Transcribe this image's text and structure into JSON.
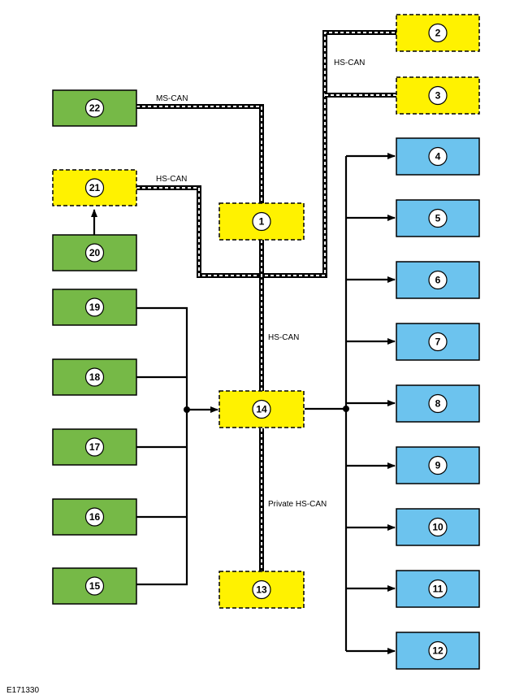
{
  "figure_id": "E171330",
  "colors": {
    "green": "#76b947",
    "yellow": "#fff200",
    "blue": "#6cc3ee",
    "line": "#000000",
    "dash": "#ffffff"
  },
  "modules": [
    {
      "id": "1",
      "color": "yellow"
    },
    {
      "id": "2",
      "color": "yellow"
    },
    {
      "id": "3",
      "color": "yellow"
    },
    {
      "id": "4",
      "color": "blue"
    },
    {
      "id": "5",
      "color": "blue"
    },
    {
      "id": "6",
      "color": "blue"
    },
    {
      "id": "7",
      "color": "blue"
    },
    {
      "id": "8",
      "color": "blue"
    },
    {
      "id": "9",
      "color": "blue"
    },
    {
      "id": "10",
      "color": "blue"
    },
    {
      "id": "11",
      "color": "blue"
    },
    {
      "id": "12",
      "color": "blue"
    },
    {
      "id": "13",
      "color": "yellow"
    },
    {
      "id": "14",
      "color": "yellow"
    },
    {
      "id": "15",
      "color": "green"
    },
    {
      "id": "16",
      "color": "green"
    },
    {
      "id": "17",
      "color": "green"
    },
    {
      "id": "18",
      "color": "green"
    },
    {
      "id": "19",
      "color": "green"
    },
    {
      "id": "20",
      "color": "green"
    },
    {
      "id": "21",
      "color": "yellow"
    },
    {
      "id": "22",
      "color": "green"
    }
  ],
  "bus_labels": {
    "ms_can": "MS-CAN",
    "hs_can_left": "HS-CAN",
    "hs_can_top": "HS-CAN",
    "hs_can_center": "HS-CAN",
    "private_hs_can": "Private HS-CAN"
  }
}
